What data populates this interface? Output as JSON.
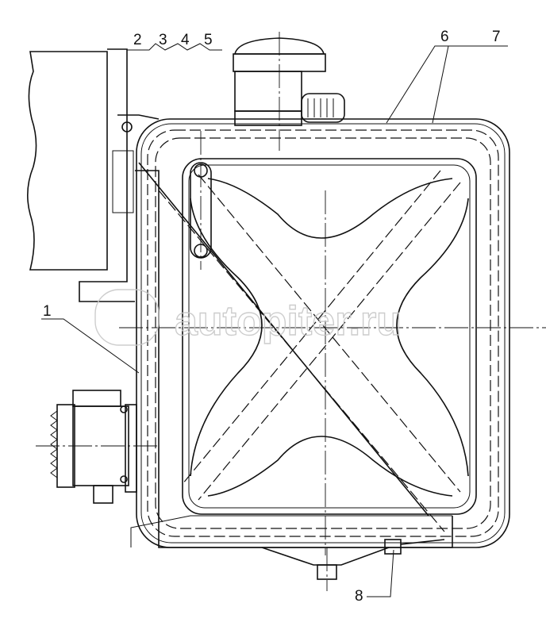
{
  "labels": {
    "l1": "1",
    "l2": "2",
    "l3": "3",
    "l4": "4",
    "l5": "5",
    "l6": "6",
    "l7": "7",
    "l8": "8"
  },
  "watermark": "autopiter.ru"
}
